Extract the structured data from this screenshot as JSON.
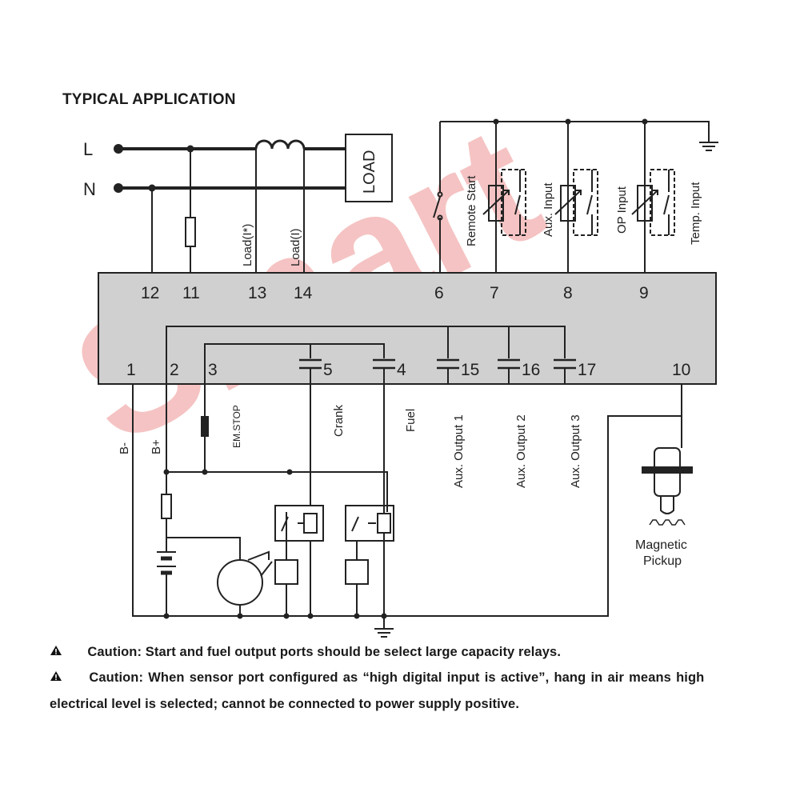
{
  "title": "TYPICAL APPLICATION",
  "watermark": {
    "text": "Smart",
    "color": "#f3b3b3"
  },
  "colors": {
    "line": "#222222",
    "module_fill": "#cfcfcf",
    "background": "#ffffff"
  },
  "lines": {
    "L": "L",
    "N": "N"
  },
  "load_label": "LOAD",
  "top_terminals": {
    "t12": "12",
    "t11": "11",
    "t13": "13",
    "t14": "14",
    "t6": "6",
    "t7": "7",
    "t8": "8",
    "t9": "9"
  },
  "bottom_terminals": {
    "t1": "1",
    "t2": "2",
    "t3": "3",
    "t5": "5",
    "t4": "4",
    "t15": "15",
    "t16": "16",
    "t17": "17",
    "t10": "10"
  },
  "labels": {
    "load_i_star": "Load(I*)",
    "load_i": "Load(I)",
    "remote_start": "Remote Start",
    "aux_input": "Aux. Input",
    "op_input": "OP Input",
    "temp_input": "Temp. Input",
    "b_minus": "B-",
    "b_plus": "B+",
    "em_stop": "EM.STOP",
    "crank": "Crank",
    "fuel": "Fuel",
    "aux_output_1": "Aux. Output 1",
    "aux_output_2": "Aux. Output 2",
    "aux_output_3": "Aux. Output 3",
    "magnetic": "Magnetic",
    "pickup": "Pickup"
  },
  "cautions": [
    {
      "icon": "warning-triangle-icon",
      "text": "Caution: Start and fuel output ports should be select large capacity relays."
    },
    {
      "icon": "warning-triangle-icon",
      "text": "Caution: When sensor port configured as “high digital input is active”, hang in air means high"
    },
    {
      "icon": "",
      "text": "electrical level is selected; cannot be connected to power supply positive."
    }
  ]
}
